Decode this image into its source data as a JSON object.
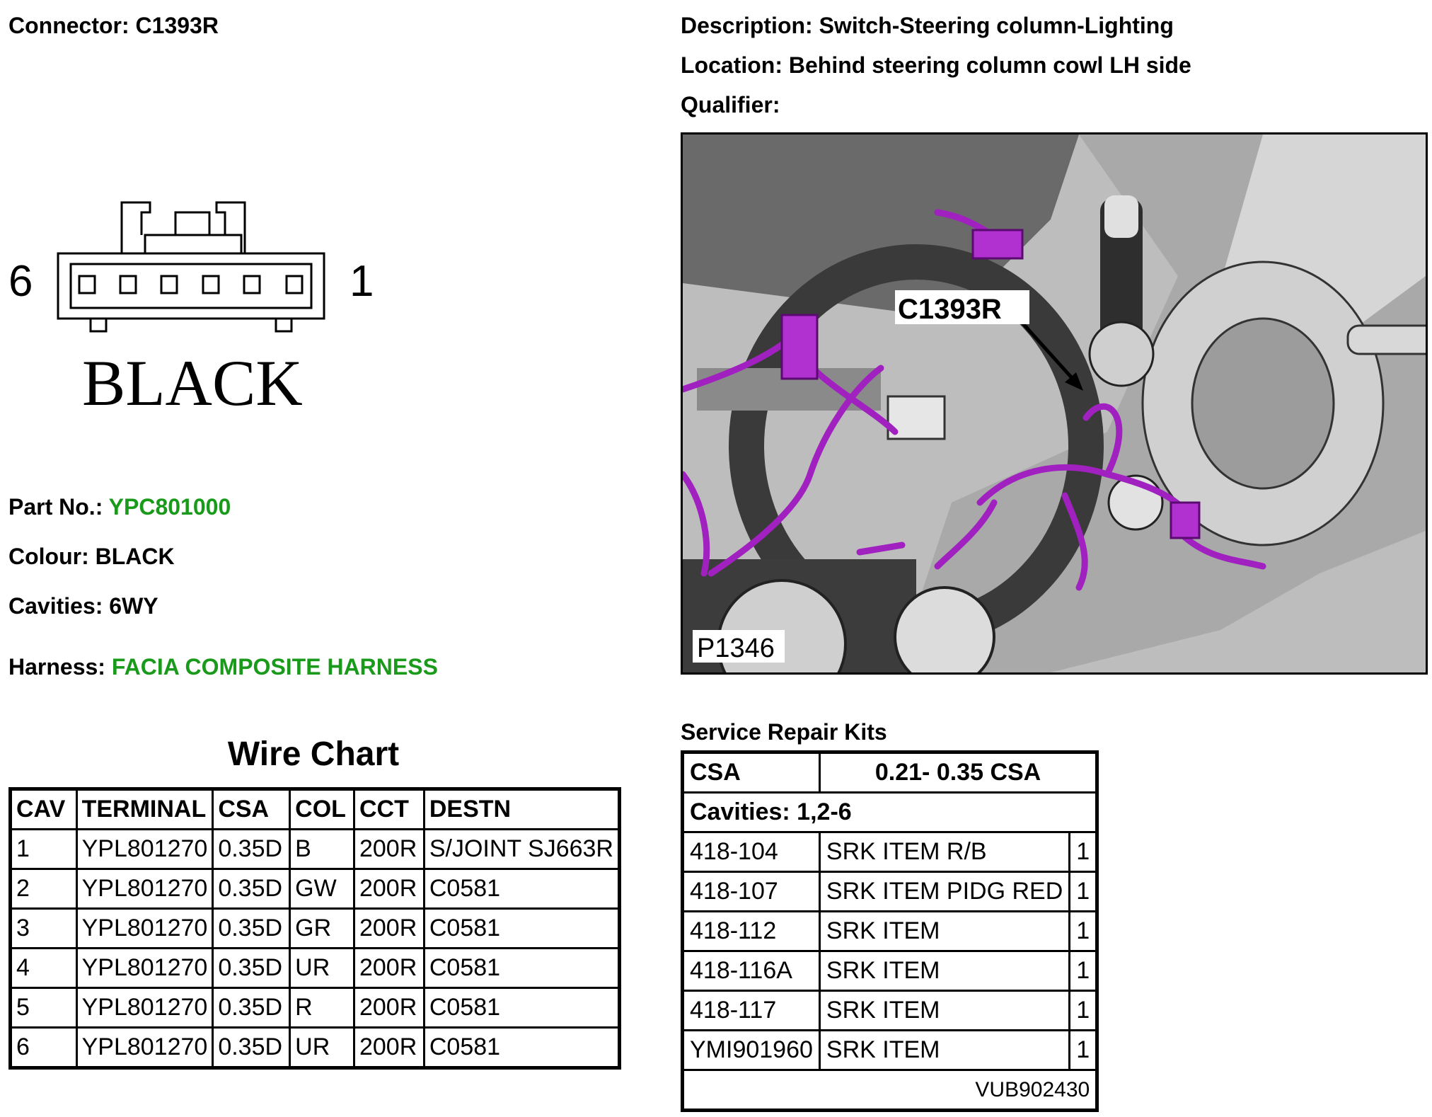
{
  "connector": {
    "label": "Connector:",
    "value": "C1393R"
  },
  "description": {
    "label": "Description:",
    "value": "Switch-Steering column-Lighting"
  },
  "location": {
    "label": "Location:",
    "value": "Behind steering column cowl LH side"
  },
  "qualifier": {
    "label": "Qualifier:",
    "value": ""
  },
  "diagram": {
    "left_pin": "6",
    "right_pin": "1",
    "colour_text": "BLACK"
  },
  "part_no": {
    "label": "Part No.:",
    "value": "YPC801000"
  },
  "colour": {
    "label": "Colour:",
    "value": "BLACK"
  },
  "cavities": {
    "label": "Cavities:",
    "value": "6WY"
  },
  "harness": {
    "label": "Harness:",
    "value": "FACIA COMPOSITE HARNESS"
  },
  "photo": {
    "callout": "C1393R",
    "ref": "P1346"
  },
  "wire_chart": {
    "title": "Wire Chart",
    "headers": [
      "CAV",
      "TERMINAL",
      "CSA",
      "COL",
      "CCT",
      "DESTN"
    ],
    "rows": [
      [
        "1",
        "YPL801270",
        "0.35D",
        "B",
        "200R",
        "S/JOINT SJ663R"
      ],
      [
        "2",
        "YPL801270",
        "0.35D",
        "GW",
        "200R",
        "C0581"
      ],
      [
        "3",
        "YPL801270",
        "0.35D",
        "GR",
        "200R",
        "C0581"
      ],
      [
        "4",
        "YPL801270",
        "0.35D",
        "UR",
        "200R",
        "C0581"
      ],
      [
        "5",
        "YPL801270",
        "0.35D",
        "R",
        "200R",
        "C0581"
      ],
      [
        "6",
        "YPL801270",
        "0.35D",
        "UR",
        "200R",
        "C0581"
      ]
    ]
  },
  "service_kits": {
    "title": "Service Repair Kits",
    "csa_label": "CSA",
    "csa_value": "0.21- 0.35 CSA",
    "cavities": "Cavities: 1,2-6",
    "rows": [
      [
        "418-104",
        "SRK ITEM R/B",
        "1"
      ],
      [
        "418-107",
        "SRK ITEM PIDG RED",
        "1"
      ],
      [
        "418-112",
        "SRK ITEM",
        "1"
      ],
      [
        "418-116A",
        "SRK ITEM",
        "1"
      ],
      [
        "418-117",
        "SRK ITEM",
        "1"
      ],
      [
        "YMI901960",
        "SRK ITEM",
        "1"
      ]
    ],
    "footer": "VUB902430"
  },
  "colors": {
    "green": "#1a9a1a",
    "harness_wire": "#a020c0"
  }
}
